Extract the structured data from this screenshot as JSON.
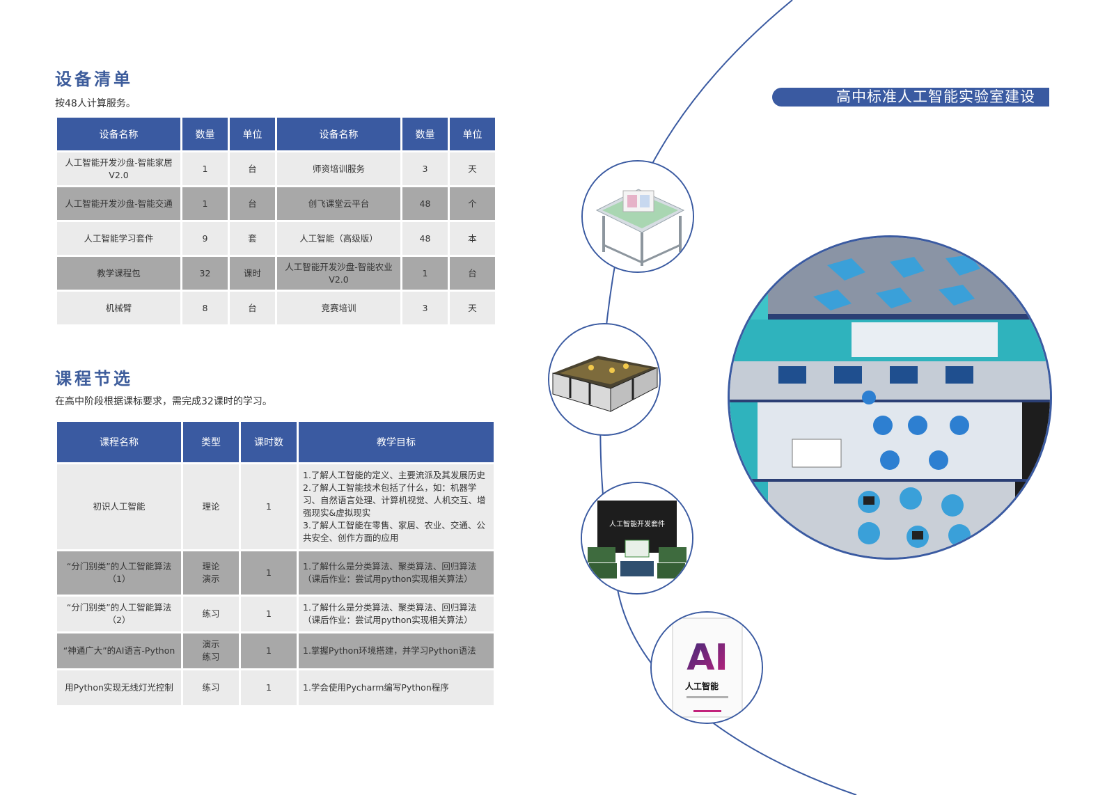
{
  "equipment": {
    "title": "设备清单",
    "subtitle": "按48人计算服务。",
    "headers": [
      "设备名称",
      "数量",
      "单位",
      "设备名称",
      "数量",
      "单位"
    ],
    "rows": [
      [
        "人工智能开发沙盘-智能家居V2.0",
        "1",
        "台",
        "师资培训服务",
        "3",
        "天"
      ],
      [
        "人工智能开发沙盘-智能交通",
        "1",
        "台",
        "创飞课堂云平台",
        "48",
        "个"
      ],
      [
        "人工智能学习套件",
        "9",
        "套",
        "人工智能（高级版）",
        "48",
        "本"
      ],
      [
        "教学课程包",
        "32",
        "课时",
        "人工智能开发沙盘-智能农业V2.0",
        "1",
        "台"
      ],
      [
        "机械臂",
        "8",
        "台",
        "竞赛培训",
        "3",
        "天"
      ]
    ]
  },
  "courses": {
    "title": "课程节选",
    "subtitle": "在高中阶段根据课标要求，需完成32课时的学习。",
    "headers": [
      "课程名称",
      "类型",
      "课时数",
      "教学目标"
    ],
    "rows": [
      [
        "初识人工智能",
        "理论",
        "1",
        "1.了解人工智能的定义、主要流派及其发展历史\n2.了解人工智能技术包括了什么，如：机器学习、自然语言处理、计算机视觉、人机交互、增强现实&虚拟现实\n3.了解人工智能在零售、家居、农业、交通、公共安全、创作方面的应用"
      ],
      [
        "“分门别类”的人工智能算法（1）",
        "理论\n演示",
        "1",
        "1.了解什么是分类算法、聚类算法、回归算法\n（课后作业：尝试用python实现相关算法）"
      ],
      [
        "“分门别类”的人工智能算法（2）",
        "练习",
        "1",
        "1.了解什么是分类算法、聚类算法、回归算法\n（课后作业：尝试用python实现相关算法）"
      ],
      [
        "“神通广大”的AI语言-Python",
        "演示\n练习",
        "1",
        "1.掌握Python环境搭建，并学习Python语法"
      ],
      [
        "用Python实现无线灯光控制",
        "练习",
        "1",
        "1.学会使用Pycharm编写Python程序"
      ]
    ]
  },
  "banner": "高中标准人工智能实验室建设",
  "kit_label": "人工智能开发套件",
  "book": {
    "big": "AI",
    "title": "人工智能"
  },
  "colors": {
    "primary": "#3a5aa1",
    "title": "#3d5c9b",
    "row_light": "#ebebeb",
    "row_dark": "#a8a8a8"
  }
}
